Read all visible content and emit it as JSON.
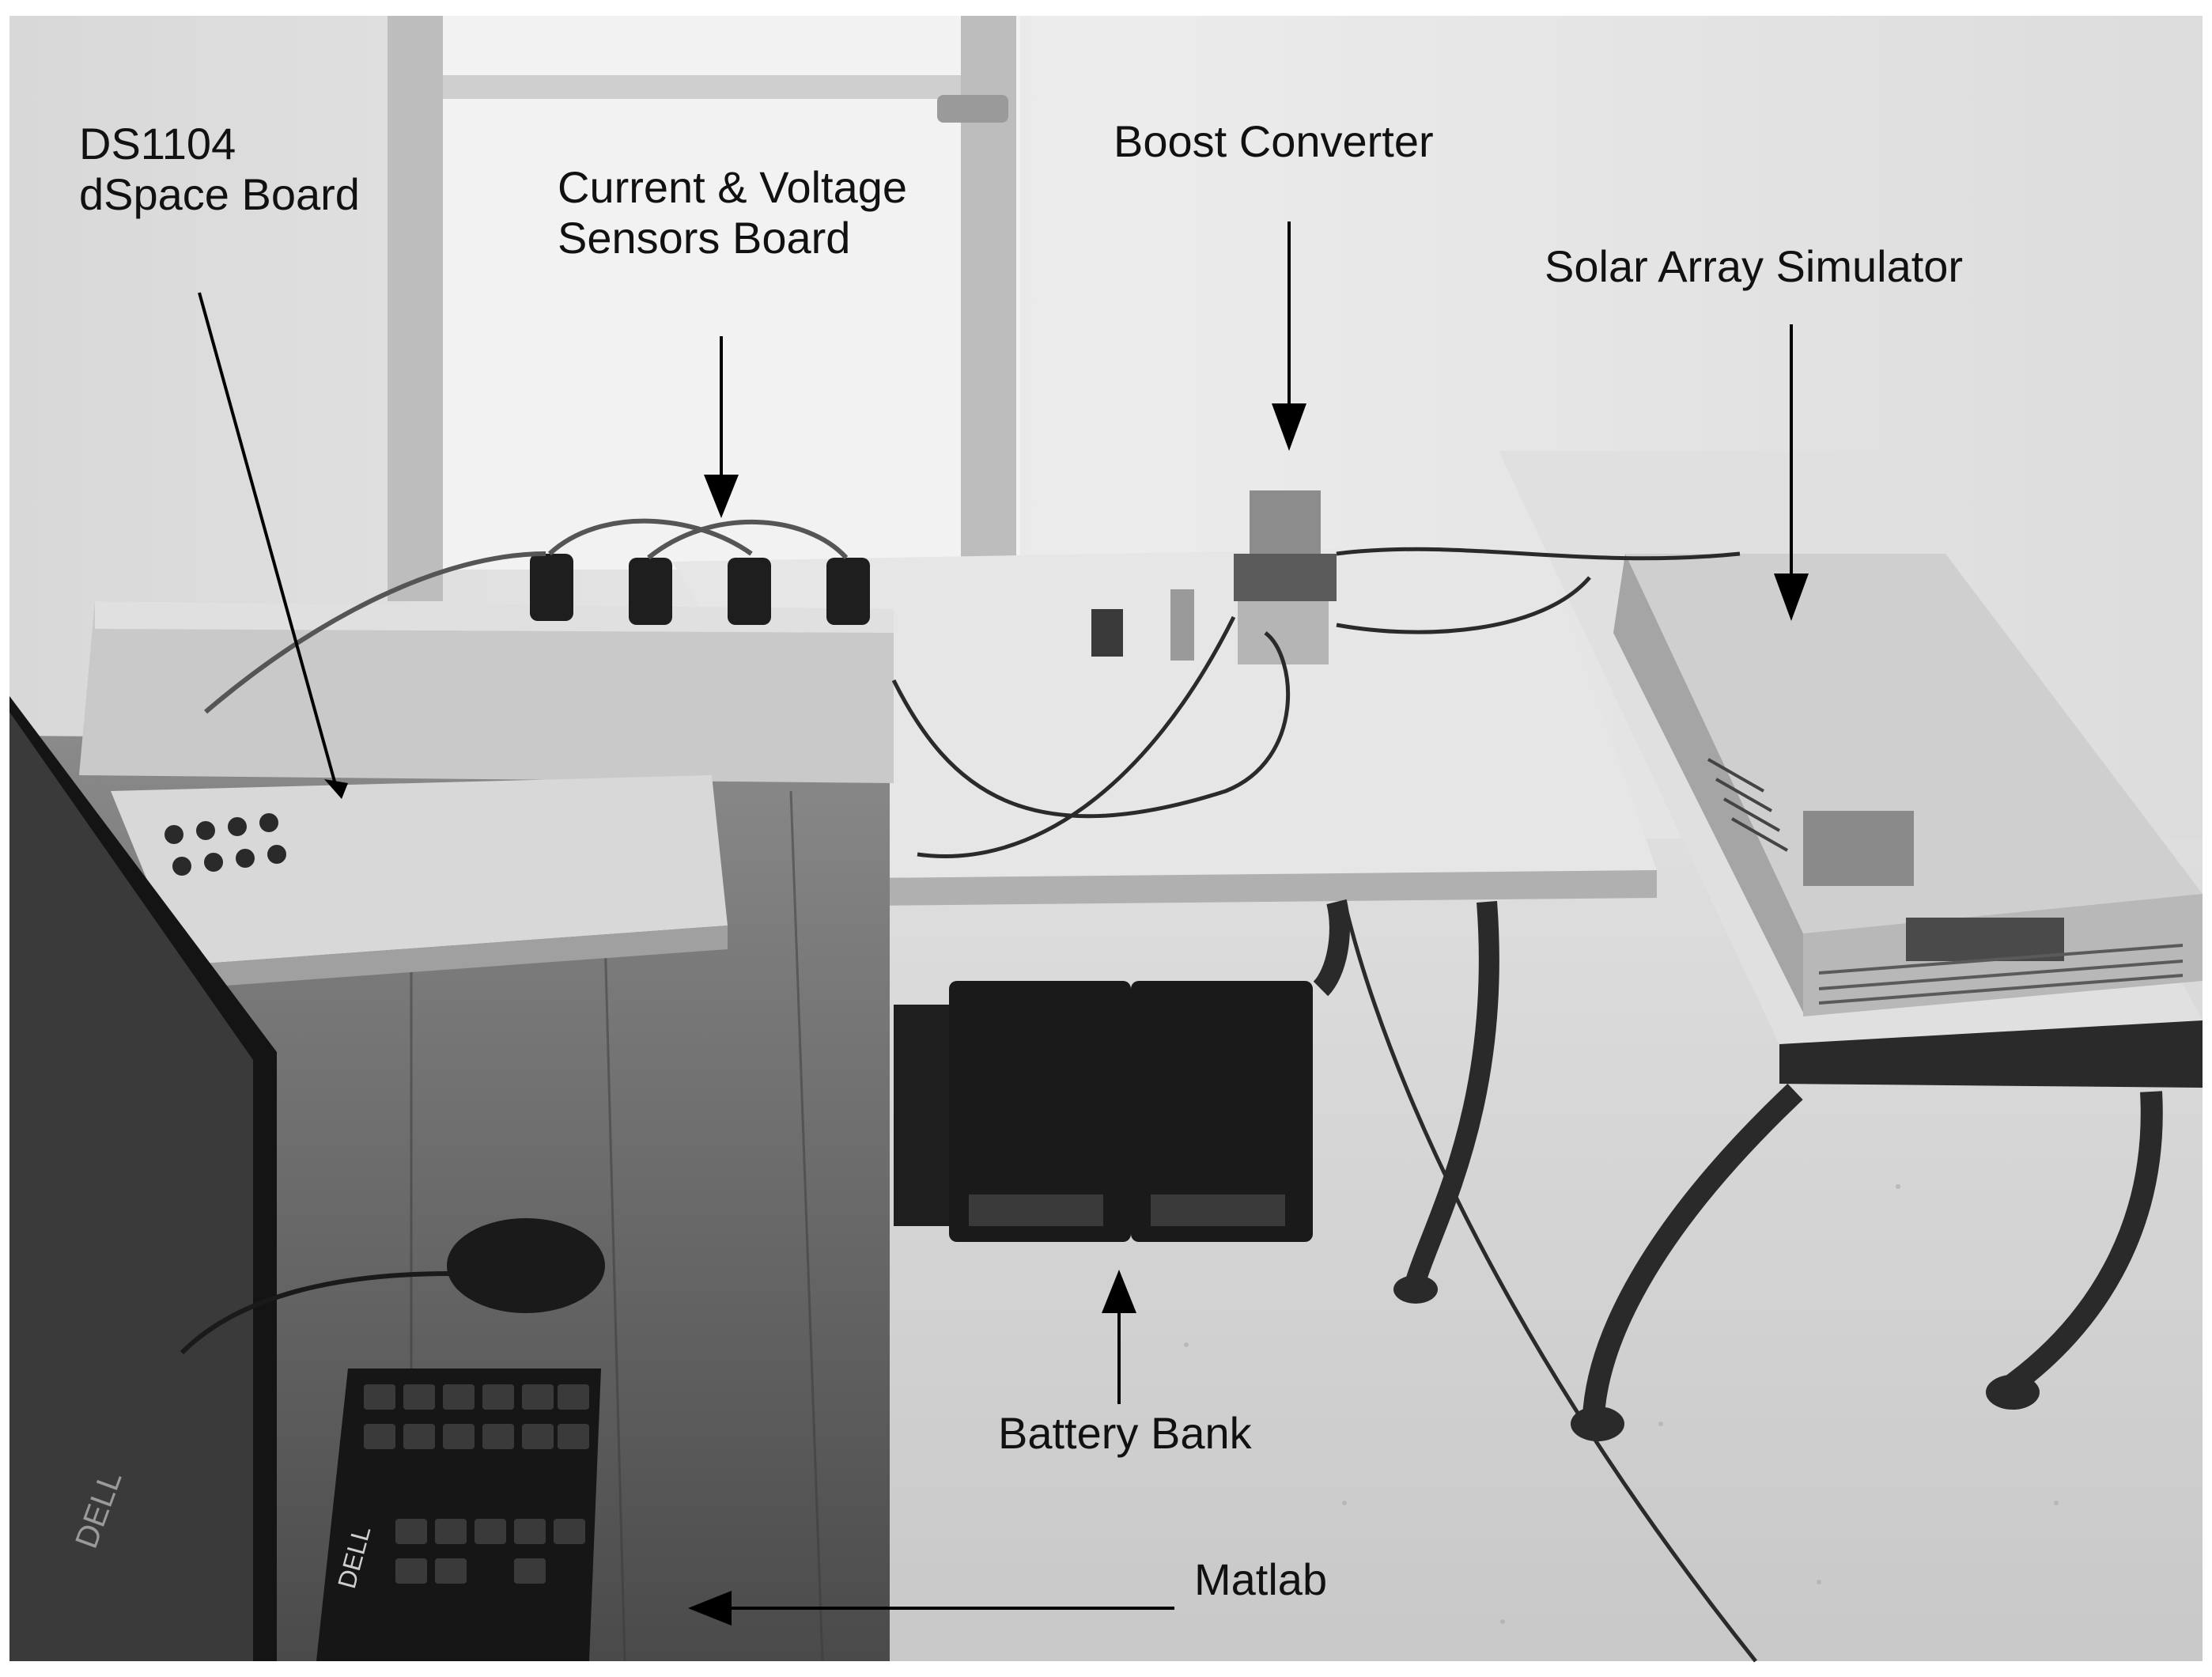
{
  "image": {
    "background": "#ffffff",
    "palette": {
      "wall": "#e4e4e4",
      "floor": "#d0d0d0",
      "wood": "#5e5e5e",
      "dark": "#1e1e1e",
      "table": "#e6e6e6"
    }
  },
  "labels": {
    "dspace": {
      "line1": "DS1104",
      "line2": "dSpace Board"
    },
    "sensors": {
      "line1": "Current & Voltage",
      "line2": "Sensors Board"
    },
    "boost": "Boost Converter",
    "solar": "Solar Array Simulator",
    "battery": "Battery Bank",
    "matlab": "Matlab"
  },
  "brand_marks": [
    "DELL",
    "DELL"
  ]
}
